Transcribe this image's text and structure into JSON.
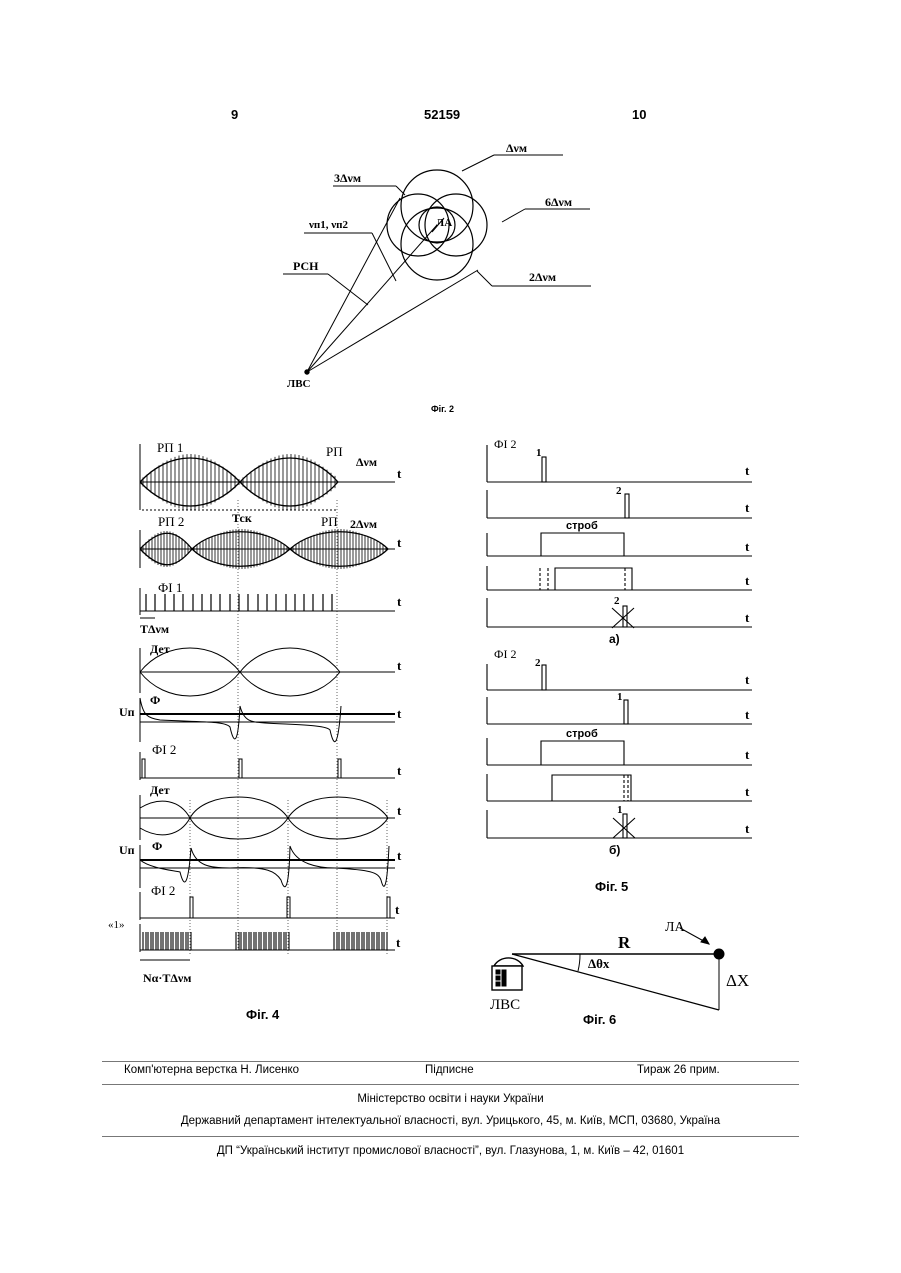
{
  "header": {
    "left_page": "9",
    "patent_number": "52159",
    "right_page": "10"
  },
  "fig2": {
    "caption": "Фіг. 2",
    "labels": {
      "dv": "Δνм",
      "dv3": "3Δνм",
      "dv6": "6Δνм",
      "dv2": "2Δνм",
      "nu": "νп1, νп2",
      "rsn": "РСН",
      "la": "ЛА",
      "lvs": "ЛВС"
    }
  },
  "fig4": {
    "caption": "Фіг. 4",
    "labels": {
      "rp1": "РП 1",
      "rp": "РП",
      "dvm": "Δνм",
      "rp_b": "РП",
      "dv2": "2Δνм",
      "rp2": "РП 2",
      "tsk": "Тск",
      "fi1": "ФІ 1",
      "tdv": "ТΔνм",
      "det1": "Дет",
      "un1": "Uп",
      "phi1": "Ф",
      "fi2a": "ФІ 2",
      "det2": "Дет",
      "un2": "Uп",
      "phi2": "Ф",
      "fi2b": "ФІ 2",
      "one": "«1»",
      "nt": "Nα·ТΔνм",
      "t": "t"
    }
  },
  "fig5": {
    "caption": "Фіг. 5",
    "labels": {
      "fi2a": "ФІ 2",
      "fi2b": "ФІ 2",
      "p1": "1",
      "p2": "2",
      "strob": "строб",
      "a": "а)",
      "b": "б)",
      "t": "t"
    }
  },
  "fig6": {
    "caption": "Фіг. 6",
    "labels": {
      "r": "R",
      "la": "ЛА",
      "dtheta": "Δθх",
      "dx": "ΔХ",
      "lvs": "ЛВС"
    }
  },
  "footer": {
    "layout": "Комп'ютерна верстка Н. Лисенко",
    "signed": "Підписне",
    "run": "Тираж 26 прим.",
    "ministry": "Міністерство освіти і науки України",
    "department": "Державний департамент інтелектуальної власності, вул. Урицького, 45, м. Київ, МСП, 03680, Україна",
    "institute": "ДП “Український інститут промислової власності”, вул. Глазунова, 1, м. Київ – 42, 01601"
  }
}
